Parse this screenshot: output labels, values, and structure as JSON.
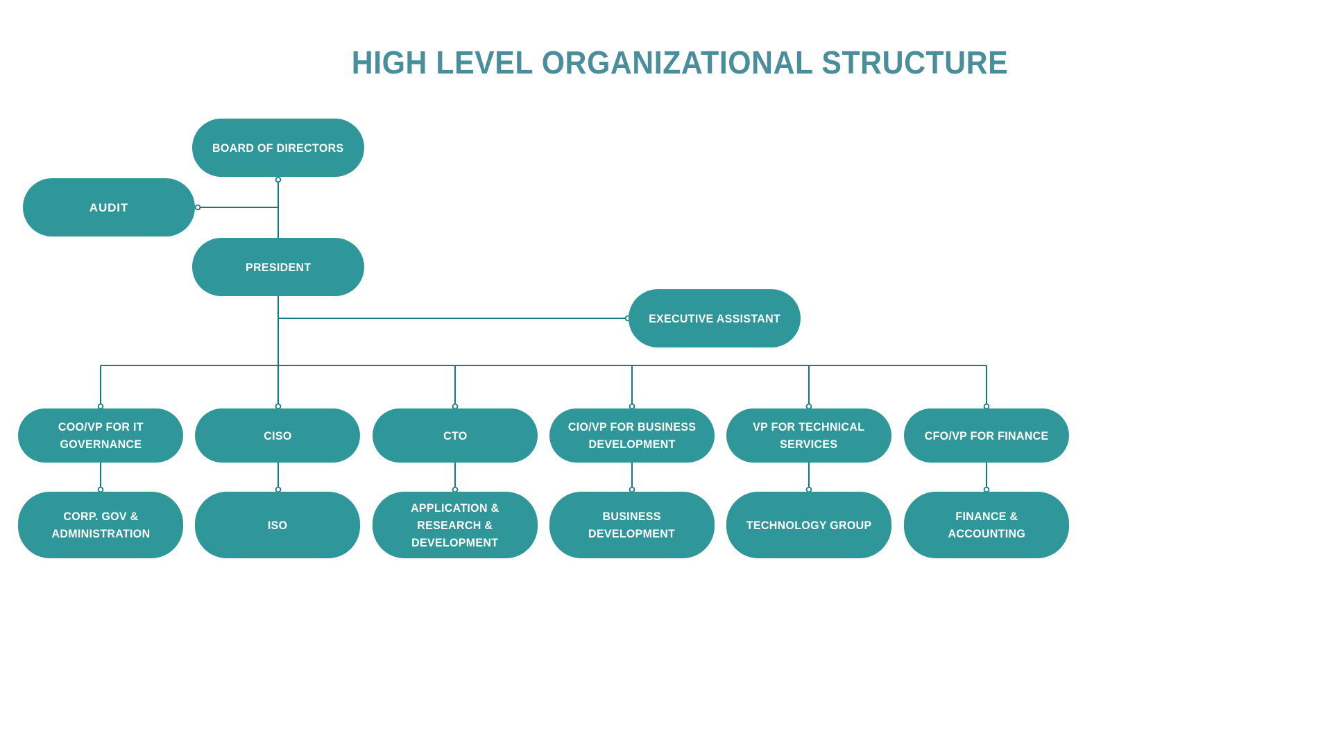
{
  "title": "HIGH LEVEL ORGANIZATIONAL STRUCTURE",
  "colors": {
    "node_fill": "#2F9699",
    "node_text": "#FFFFFF",
    "connector": "#17797D",
    "title": "#4A8E9B",
    "background": "#FFFFFF"
  },
  "nodes": {
    "board": "BOARD OF DIRECTORS",
    "audit": "AUDIT",
    "president": "PRESIDENT",
    "executive_assistant": "EXECUTIVE ASSISTANT"
  },
  "vp_row": [
    {
      "label": "COO/VP FOR IT\nGOVERNANCE"
    },
    {
      "label": "CISO"
    },
    {
      "label": "CTO"
    },
    {
      "label": "CIO/VP FOR BUSINESS\nDEVELOPMENT"
    },
    {
      "label": "VP FOR TECHNICAL\nSERVICES"
    },
    {
      "label": "CFO/VP FOR FINANCE"
    }
  ],
  "department_row": [
    {
      "label": "CORP. GOV &\nADMINISTRATION"
    },
    {
      "label": "ISO"
    },
    {
      "label": "APPLICATION &\nRESEARCH &\nDEVELOPMENT"
    },
    {
      "label": "BUSINESS\nDEVELOPMENT"
    },
    {
      "label": "TECHNOLOGY GROUP"
    },
    {
      "label": "FINANCE &\nACCOUNTING"
    }
  ],
  "chart_data": {
    "type": "org-chart",
    "title": "HIGH LEVEL ORGANIZATIONAL STRUCTURE",
    "orientation": "top-down",
    "levels": 4,
    "nodes": [
      {
        "id": "board",
        "label": "BOARD OF DIRECTORS",
        "level": 0,
        "parent": null
      },
      {
        "id": "audit",
        "label": "AUDIT",
        "level": 1,
        "parent": "board",
        "relation": "staff-left"
      },
      {
        "id": "president",
        "label": "PRESIDENT",
        "level": 1,
        "parent": "board",
        "relation": "line"
      },
      {
        "id": "exec_assistant",
        "label": "EXECUTIVE ASSISTANT",
        "level": 2,
        "parent": "president",
        "relation": "staff-right"
      },
      {
        "id": "coo",
        "label": "COO/VP FOR IT GOVERNANCE",
        "level": 2,
        "parent": "president",
        "relation": "line"
      },
      {
        "id": "ciso",
        "label": "CISO",
        "level": 2,
        "parent": "president",
        "relation": "line"
      },
      {
        "id": "cto",
        "label": "CTO",
        "level": 2,
        "parent": "president",
        "relation": "line"
      },
      {
        "id": "cio",
        "label": "CIO/VP FOR BUSINESS DEVELOPMENT",
        "level": 2,
        "parent": "president",
        "relation": "line"
      },
      {
        "id": "vp_tech",
        "label": "VP FOR TECHNICAL SERVICES",
        "level": 2,
        "parent": "president",
        "relation": "line"
      },
      {
        "id": "cfo",
        "label": "CFO/VP FOR FINANCE",
        "level": 2,
        "parent": "president",
        "relation": "line"
      },
      {
        "id": "corp_gov",
        "label": "CORP. GOV & ADMINISTRATION",
        "level": 3,
        "parent": "coo",
        "relation": "line"
      },
      {
        "id": "iso",
        "label": "ISO",
        "level": 3,
        "parent": "ciso",
        "relation": "line"
      },
      {
        "id": "ard",
        "label": "APPLICATION & RESEARCH & DEVELOPMENT",
        "level": 3,
        "parent": "cto",
        "relation": "line"
      },
      {
        "id": "bizdev",
        "label": "BUSINESS DEVELOPMENT",
        "level": 3,
        "parent": "cio",
        "relation": "line"
      },
      {
        "id": "techgroup",
        "label": "TECHNOLOGY GROUP",
        "level": 3,
        "parent": "vp_tech",
        "relation": "line"
      },
      {
        "id": "finacct",
        "label": "FINANCE & ACCOUNTING",
        "level": 3,
        "parent": "cfo",
        "relation": "line"
      }
    ],
    "edges": [
      {
        "from": "board",
        "to": "president"
      },
      {
        "from": "board",
        "to": "audit"
      },
      {
        "from": "president",
        "to": "exec_assistant"
      },
      {
        "from": "president",
        "to": "coo"
      },
      {
        "from": "president",
        "to": "ciso"
      },
      {
        "from": "president",
        "to": "cto"
      },
      {
        "from": "president",
        "to": "cio"
      },
      {
        "from": "president",
        "to": "vp_tech"
      },
      {
        "from": "president",
        "to": "cfo"
      },
      {
        "from": "coo",
        "to": "corp_gov"
      },
      {
        "from": "ciso",
        "to": "iso"
      },
      {
        "from": "cto",
        "to": "ard"
      },
      {
        "from": "cio",
        "to": "bizdev"
      },
      {
        "from": "vp_tech",
        "to": "techgroup"
      },
      {
        "from": "cfo",
        "to": "finacct"
      }
    ]
  }
}
